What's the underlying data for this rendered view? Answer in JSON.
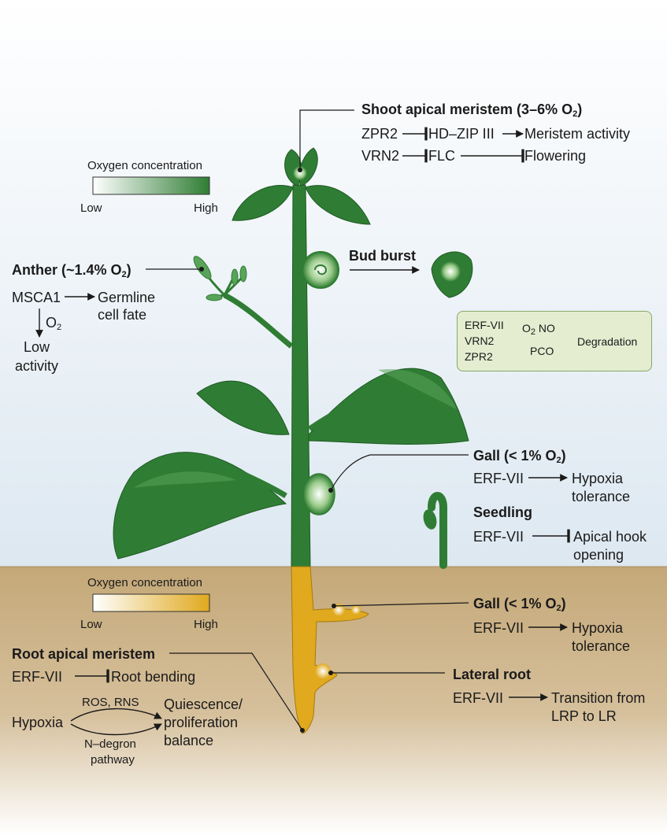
{
  "legend_top": {
    "title": "Oxygen concentration",
    "low": "Low",
    "high": "High"
  },
  "legend_soil": {
    "title": "Oxygen concentration",
    "low": "Low",
    "high": "High"
  },
  "sam": {
    "title": "Shoot apical meristem (3–6% O",
    "title_sub": "2",
    "title_end": ")",
    "row1": {
      "a": "ZPR2",
      "b": "HD–ZIP III",
      "c": "Meristem activity"
    },
    "row2": {
      "a": "VRN2",
      "b": "FLC",
      "c": "Flowering"
    }
  },
  "anther": {
    "title": "Anther (~1.4% O",
    "title_sub": "2",
    "title_end": ")",
    "a": "MSCA1",
    "b1": "Germline",
    "b2": "cell fate",
    "o2": "O",
    "o2_sub": "2",
    "low1": "Low",
    "low2": "activity"
  },
  "bud_burst": {
    "title": "Bud burst"
  },
  "degradation_box": {
    "p1": "ERF-VII",
    "p2": "VRN2",
    "p3": "ZPR2",
    "o2": "O",
    "o2_sub": "2",
    "no": "NO",
    "pco": "PCO",
    "result": "Degradation"
  },
  "gall_shoot": {
    "title": "Gall (< 1% O",
    "title_sub": "2",
    "title_end": ")",
    "a": "ERF-VII",
    "b1": "Hypoxia",
    "b2": "tolerance"
  },
  "seedling": {
    "title": "Seedling",
    "a": "ERF-VII",
    "b1": "Apical hook",
    "b2": "opening"
  },
  "gall_root": {
    "title": "Gall (< 1% O",
    "title_sub": "2",
    "title_end": ")",
    "a": "ERF-VII",
    "b1": "Hypoxia",
    "b2": "tolerance"
  },
  "lateral_root": {
    "title": "Lateral root",
    "a": "ERF-VII",
    "b1": "Transition from",
    "b2": "LRP to LR"
  },
  "ram": {
    "title": "Root apical meristem",
    "a": "ERF-VII",
    "b": "Root bending",
    "hypoxia": "Hypoxia",
    "ros": "ROS, RNS",
    "ndeg1": "N–degron",
    "ndeg2": "pathway",
    "q1": "Quiescence/",
    "q2": "proliferation",
    "q3": "balance"
  },
  "colors": {
    "leaf": "#2f7d34",
    "leaf_light": "#5aa35a",
    "soil": "#c4a878",
    "root": "#e0a91e",
    "sky": "#dde8f1"
  }
}
